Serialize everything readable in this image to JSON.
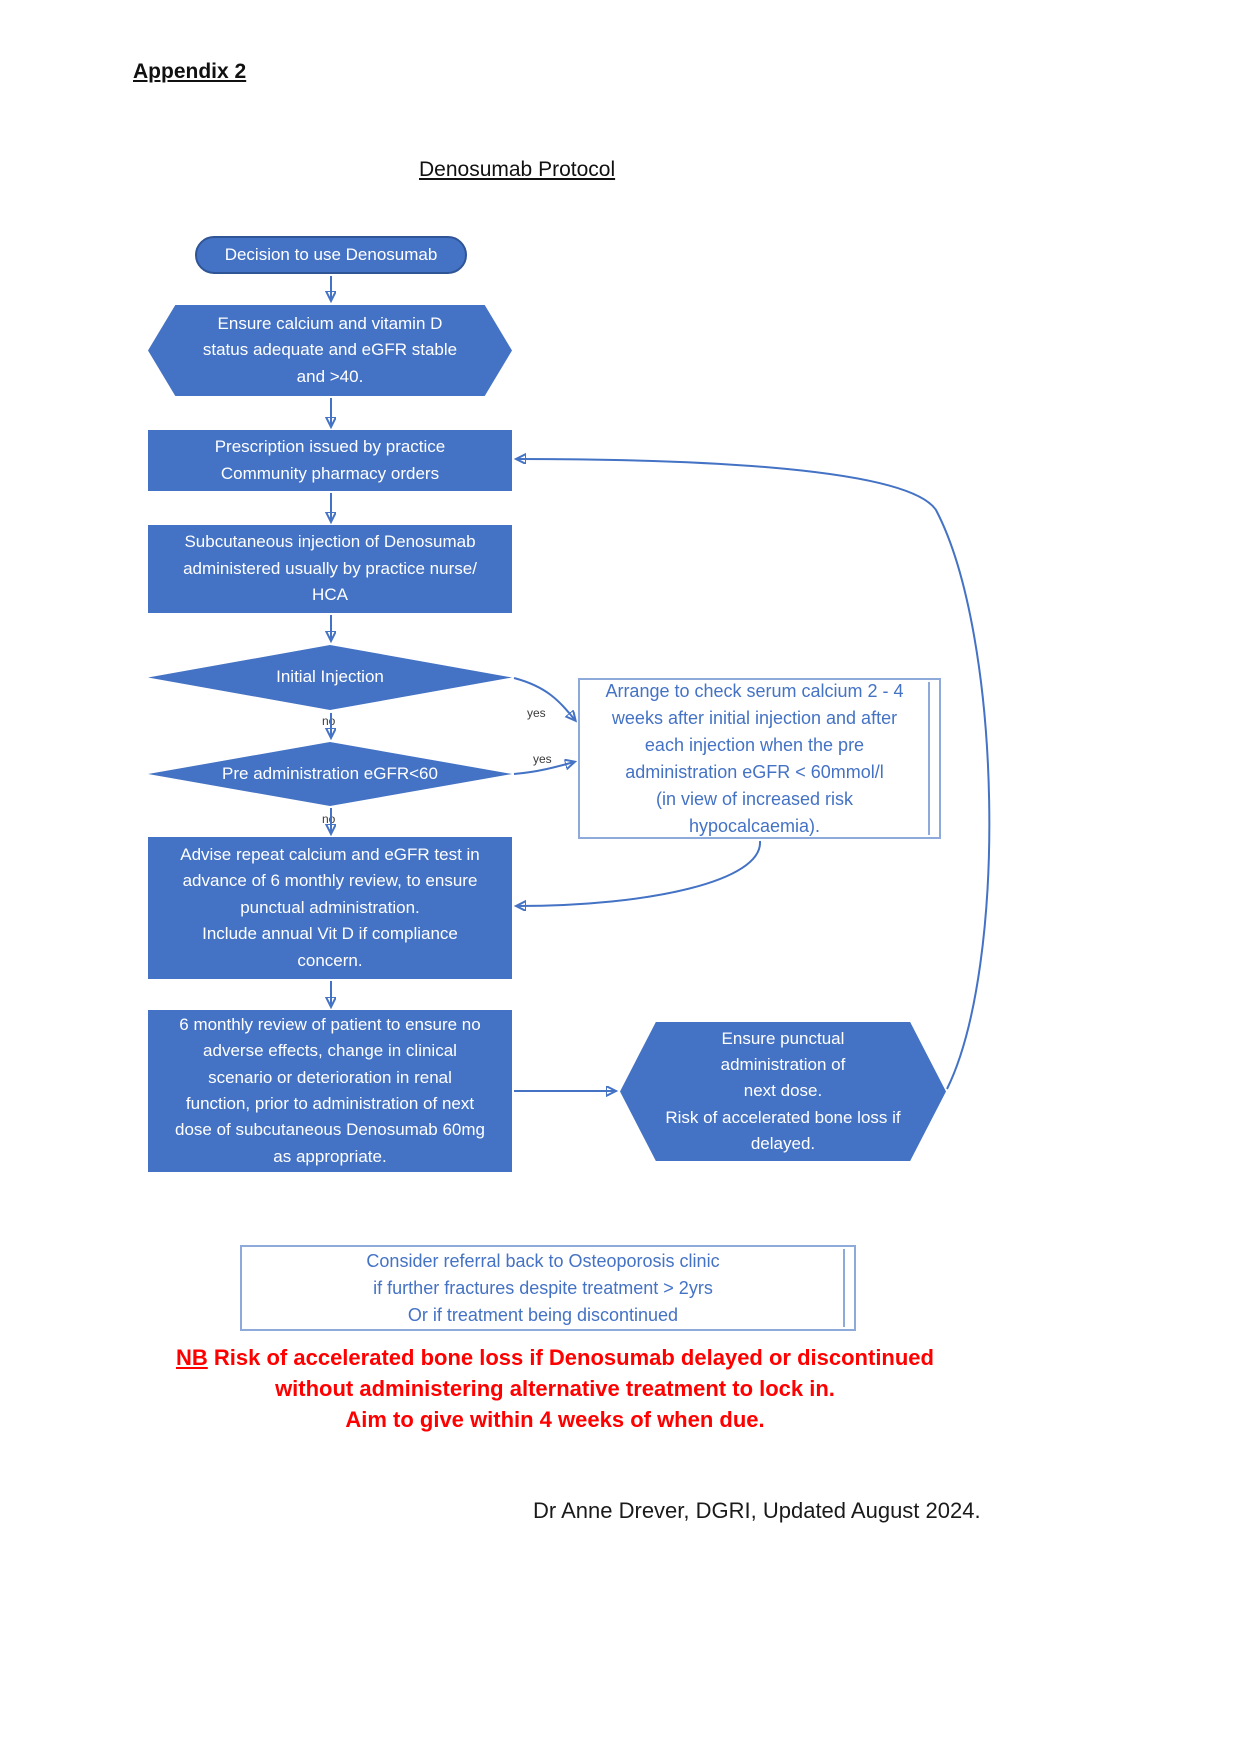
{
  "page": {
    "appendix_label": "Appendix 2",
    "title": "Denosumab Protocol",
    "credit": "Dr Anne Drever, DGRI, Updated August 2024."
  },
  "colors": {
    "node_fill": "#4472C4",
    "node_border": "#2F5597",
    "node_text": "#FFFFFF",
    "info_border": "#8EAADB",
    "info_text": "#4472C4",
    "arrow": "#4472C4",
    "warning_red": "#FF0000"
  },
  "nodes": {
    "decision": "Decision to use Denosumab",
    "ensure_status": "Ensure calcium and vitamin D\nstatus adequate and eGFR stable\nand >40.",
    "prescription": "Prescription issued by practice\nCommunity pharmacy orders",
    "injection": "Subcutaneous injection of Denosumab\nadministered usually by practice nurse/\nHCA",
    "initial_injection": "Initial Injection",
    "pre_admin": "Pre administration eGFR<60",
    "advise": "Advise repeat calcium and eGFR test in\nadvance of 6 monthly review, to ensure\npunctual administration.\nInclude annual Vit D if compliance\nconcern.",
    "review": "6 monthly review of patient to ensure no\nadverse effects, change in clinical\nscenario or deterioration in renal\nfunction, prior to administration of next\ndose of subcutaneous Denosumab 60mg\nas appropriate.",
    "arrange_check": "Arrange to check serum calcium 2 - 4\nweeks after initial injection and after\neach injection when the pre\nadministration eGFR < 60mmol/l\n(in view of increased risk\nhypocalcaemia).",
    "ensure_punctual": "Ensure punctual\nadministration of\nnext dose.\nRisk of accelerated bone loss if\ndelayed.",
    "consider_referral": "Consider referral back to Osteoporosis clinic\nif further fractures despite treatment > 2yrs\nOr if treatment being discontinued"
  },
  "edge_labels": {
    "no_initial": "no",
    "yes_initial": "yes",
    "yes_pre": "yes",
    "no_pre": "no"
  },
  "note": {
    "nb": "NB",
    "line1_rest": " Risk of accelerated bone loss if Denosumab delayed or discontinued",
    "line2": "without administering alternative treatment to lock in.",
    "line3": "Aim to give within 4 weeks of when due."
  }
}
